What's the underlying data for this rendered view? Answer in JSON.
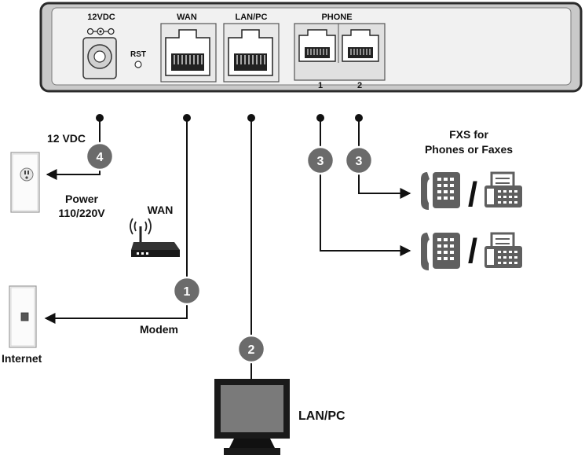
{
  "panel": {
    "power_label": "12VDC",
    "reset_label": "RST",
    "wan_label": "WAN",
    "lan_label": "LAN/PC",
    "phone_label": "PHONE",
    "phone_port_1": "1",
    "phone_port_2": "2"
  },
  "labels": {
    "dc_in": "12 VDC",
    "power_line1": "Power",
    "power_line2": "110/220V",
    "wan": "WAN",
    "modem": "Modem",
    "internet": "Internet",
    "fxs_line1": "FXS for",
    "fxs_line2": "Phones or Faxes",
    "lan_pc": "LAN/PC",
    "slash": "/"
  },
  "badges": {
    "power": "4",
    "wan": "1",
    "lan": "2",
    "phone1": "3",
    "phone2": "3"
  },
  "colors": {
    "panel_fill": "#c9c9c9",
    "panel_border": "#2a2a2a",
    "badge_fill": "#6b6b6b",
    "badge_border": "#ffffff",
    "device_gray": "#5f5f5f",
    "wire": "#111111"
  }
}
